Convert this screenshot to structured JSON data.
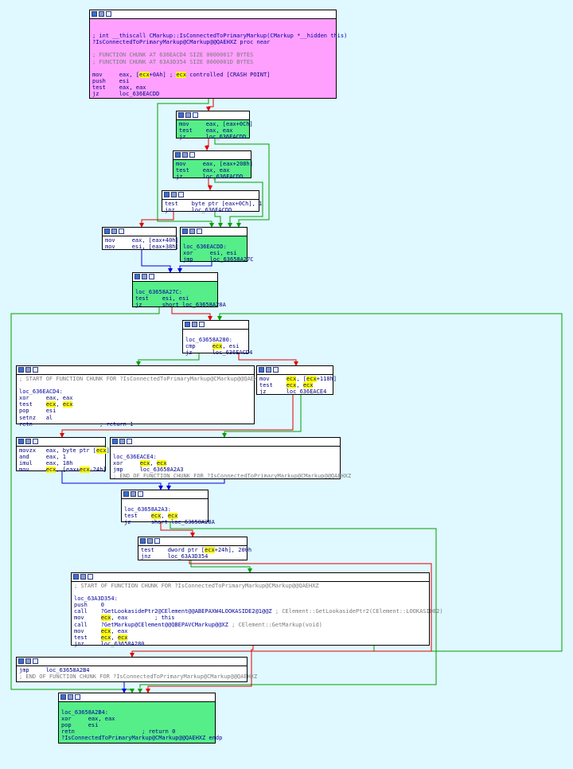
{
  "nodes": [
    {
      "id": "n0",
      "lines": [
        [],
        [],
        [
          {
            "t": "; int __thiscall CMarkup::IsConnectedToPrimaryMarkup(CMarkup *__hidden this)",
            "c": "lb"
          }
        ],
        [
          {
            "t": "?IsConnectedToPrimaryMarkup@CMarkup@@QAEHXZ proc near",
            "c": "lb"
          }
        ],
        [],
        [
          {
            "t": "; FUNCTION CHUNK AT 636EACD4 SIZE 00000017 BYTES",
            "c": "cm"
          }
        ],
        [
          {
            "t": "; FUNCTION CHUNK AT 63A3D354 SIZE 0000001D BYTES",
            "c": "cm"
          }
        ],
        [],
        [
          {
            "t": "mov     eax, ["
          },
          {
            "t": "ecx",
            "h": 1
          },
          {
            "t": "+0Ah] ; "
          },
          {
            "t": "ecx",
            "h": 1
          },
          {
            "t": " controlled [CRASH POINT]"
          }
        ],
        [
          {
            "t": "push    esi"
          }
        ],
        [
          {
            "t": "test    eax, eax"
          }
        ],
        [
          {
            "t": "jz      loc_636EACDD"
          }
        ]
      ]
    },
    {
      "id": "n1",
      "lines": [
        [
          {
            "t": "mov     eax, [eax+0Ch]"
          }
        ],
        [
          {
            "t": "test    eax, eax"
          }
        ],
        [
          {
            "t": "jz      loc_636EACDD"
          }
        ]
      ]
    },
    {
      "id": "n2",
      "lines": [
        [
          {
            "t": "mov     eax, [eax+208h]"
          }
        ],
        [
          {
            "t": "test    eax, eax"
          }
        ],
        [
          {
            "t": "jz      loc_636EACDD"
          }
        ]
      ]
    },
    {
      "id": "n3",
      "lines": [
        [
          {
            "t": "test    byte ptr [eax+0Ch], 1"
          }
        ],
        [
          {
            "t": "jnz     loc_636EACDD"
          }
        ]
      ]
    },
    {
      "id": "n4",
      "lines": [
        [
          {
            "t": "mov     eax, [eax+40h]"
          }
        ],
        [
          {
            "t": "mov     esi, [eax+38h]"
          }
        ]
      ]
    },
    {
      "id": "n5",
      "lines": [
        [],
        [
          {
            "t": "loc_636EACDD:",
            "c": "lb"
          }
        ],
        [
          {
            "t": "xor     esi, esi"
          }
        ],
        [
          {
            "t": "jmp     loc_63658A27C"
          }
        ]
      ]
    },
    {
      "id": "n6",
      "lines": [
        [],
        [
          {
            "t": "loc_63658A27C:",
            "c": "lb"
          }
        ],
        [
          {
            "t": "test    esi, esi"
          }
        ],
        [
          {
            "t": "jz      short loc_63658A28A"
          }
        ]
      ]
    },
    {
      "id": "n7",
      "lines": [
        [],
        [
          {
            "t": "loc_63658A280:",
            "c": "lb"
          }
        ],
        [
          {
            "t": "cmp     "
          },
          {
            "t": "ecx",
            "h": 1
          },
          {
            "t": ", esi"
          }
        ],
        [
          {
            "t": "jz      loc_636EACD4"
          }
        ]
      ]
    },
    {
      "id": "n8",
      "lines": [
        [
          {
            "t": "; START OF FUNCTION CHUNK FOR ?IsConnectedToPrimaryMarkup@CMarkup@@QAEHXZ",
            "c": "cm"
          }
        ],
        [],
        [
          {
            "t": "loc_636EACD4:",
            "c": "lb"
          }
        ],
        [
          {
            "t": "xor     eax, eax"
          }
        ],
        [
          {
            "t": "test    "
          },
          {
            "t": "ecx",
            "h": 1
          },
          {
            "t": ", "
          },
          {
            "t": "ecx",
            "h": 1
          }
        ],
        [
          {
            "t": "pop     esi"
          }
        ],
        [
          {
            "t": "setnz   al"
          }
        ],
        [
          {
            "t": "retn                    ; return 1"
          }
        ]
      ]
    },
    {
      "id": "n9",
      "lines": [
        [
          {
            "t": "mov     "
          },
          {
            "t": "ecx",
            "h": 1
          },
          {
            "t": ", ["
          },
          {
            "t": "ecx",
            "h": 1
          },
          {
            "t": "+118h]"
          }
        ],
        [
          {
            "t": "test    "
          },
          {
            "t": "ecx",
            "h": 1
          },
          {
            "t": ", "
          },
          {
            "t": "ecx",
            "h": 1
          }
        ],
        [
          {
            "t": "jz      loc_636EACE4"
          }
        ]
      ]
    },
    {
      "id": "n10",
      "lines": [
        [
          {
            "t": "movzx   eax, byte ptr ["
          },
          {
            "t": "ecx",
            "h": 1
          },
          {
            "t": "]"
          }
        ],
        [
          {
            "t": "and     eax, 1"
          }
        ],
        [
          {
            "t": "imul    eax, 18h"
          }
        ],
        [
          {
            "t": "mov     "
          },
          {
            "t": "ecx",
            "h": 1
          },
          {
            "t": ", [eax+"
          },
          {
            "t": "ecx",
            "h": 1
          },
          {
            "t": "-24h]"
          }
        ]
      ]
    },
    {
      "id": "n11",
      "lines": [
        [],
        [
          {
            "t": "loc_636EACE4:",
            "c": "lb"
          }
        ],
        [
          {
            "t": "xor     "
          },
          {
            "t": "ecx",
            "h": 1
          },
          {
            "t": ", "
          },
          {
            "t": "ecx",
            "h": 1
          }
        ],
        [
          {
            "t": "jmp     loc_63658A2A3"
          }
        ],
        [
          {
            "t": "; END OF FUNCTION CHUNK FOR ?IsConnectedToPrimaryMarkup@CMarkup@@QAEHXZ",
            "c": "cm"
          }
        ]
      ]
    },
    {
      "id": "n12",
      "lines": [
        [],
        [
          {
            "t": "loc_63658A2A3:",
            "c": "lb"
          }
        ],
        [
          {
            "t": "test    "
          },
          {
            "t": "ecx",
            "h": 1
          },
          {
            "t": ", "
          },
          {
            "t": "ecx",
            "h": 1
          }
        ],
        [
          {
            "t": "jz      short loc_63658A28A"
          }
        ]
      ]
    },
    {
      "id": "n13",
      "lines": [
        [
          {
            "t": "test    dword ptr ["
          },
          {
            "t": "ecx",
            "h": 1
          },
          {
            "t": "+24h], 200h"
          }
        ],
        [
          {
            "t": "jnz     loc_63A3D354"
          }
        ]
      ]
    },
    {
      "id": "n14",
      "lines": [
        [
          {
            "t": "; START OF FUNCTION CHUNK FOR ?IsConnectedToPrimaryMarkup@CMarkup@@QAEHXZ",
            "c": "cm"
          }
        ],
        [],
        [
          {
            "t": "loc_63A3D354:",
            "c": "lb"
          }
        ],
        [
          {
            "t": "push    0"
          }
        ],
        [
          {
            "t": "call    ?GetLookasidePtr2@CElement@@ABEPAXW4LOOKASIDE2@1@@Z",
            "c": "lb"
          },
          {
            "t": " ; CElement::GetLookasidePtr2(CElement::LOOKASIDE2)",
            "c": "cm"
          }
        ],
        [
          {
            "t": "mov     "
          },
          {
            "t": "ecx",
            "h": 1
          },
          {
            "t": ", eax        ; this"
          }
        ],
        [
          {
            "t": "call    "
          },
          {
            "t": "?GetMarkup@CElement@@QBEPAVCMarkup@@XZ",
            "c": "lb"
          },
          {
            "t": " ; CElement::GetMarkup(void)",
            "c": "cm"
          }
        ],
        [
          {
            "t": "mov     "
          },
          {
            "t": "ecx",
            "h": 1
          },
          {
            "t": ", eax"
          }
        ],
        [
          {
            "t": "test    "
          },
          {
            "t": "ecx",
            "h": 1
          },
          {
            "t": ", "
          },
          {
            "t": "ecx",
            "h": 1
          }
        ],
        [
          {
            "t": "jnz     loc_63658A280"
          }
        ]
      ]
    },
    {
      "id": "n15",
      "lines": [
        [
          {
            "t": "jmp     loc_63658A2B4"
          }
        ],
        [
          {
            "t": "; END OF FUNCTION CHUNK FOR ?IsConnectedToPrimaryMarkup@CMarkup@@QAEHXZ",
            "c": "cm"
          }
        ]
      ]
    },
    {
      "id": "n16",
      "lines": [
        [],
        [
          {
            "t": "loc_63658A2B4:",
            "c": "lb"
          }
        ],
        [
          {
            "t": "xor     eax, eax"
          }
        ],
        [
          {
            "t": "pop     esi"
          }
        ],
        [
          {
            "t": "retn                    ; return 0"
          }
        ],
        [
          {
            "t": "?IsConnectedToPrimaryMarkup@CMarkup@@QAEHXZ endp",
            "c": "lb"
          }
        ]
      ]
    }
  ],
  "edge_colors": {
    "true_branch": "#00a000",
    "false_branch": "#e00000",
    "unconditional": "#0000e0"
  }
}
